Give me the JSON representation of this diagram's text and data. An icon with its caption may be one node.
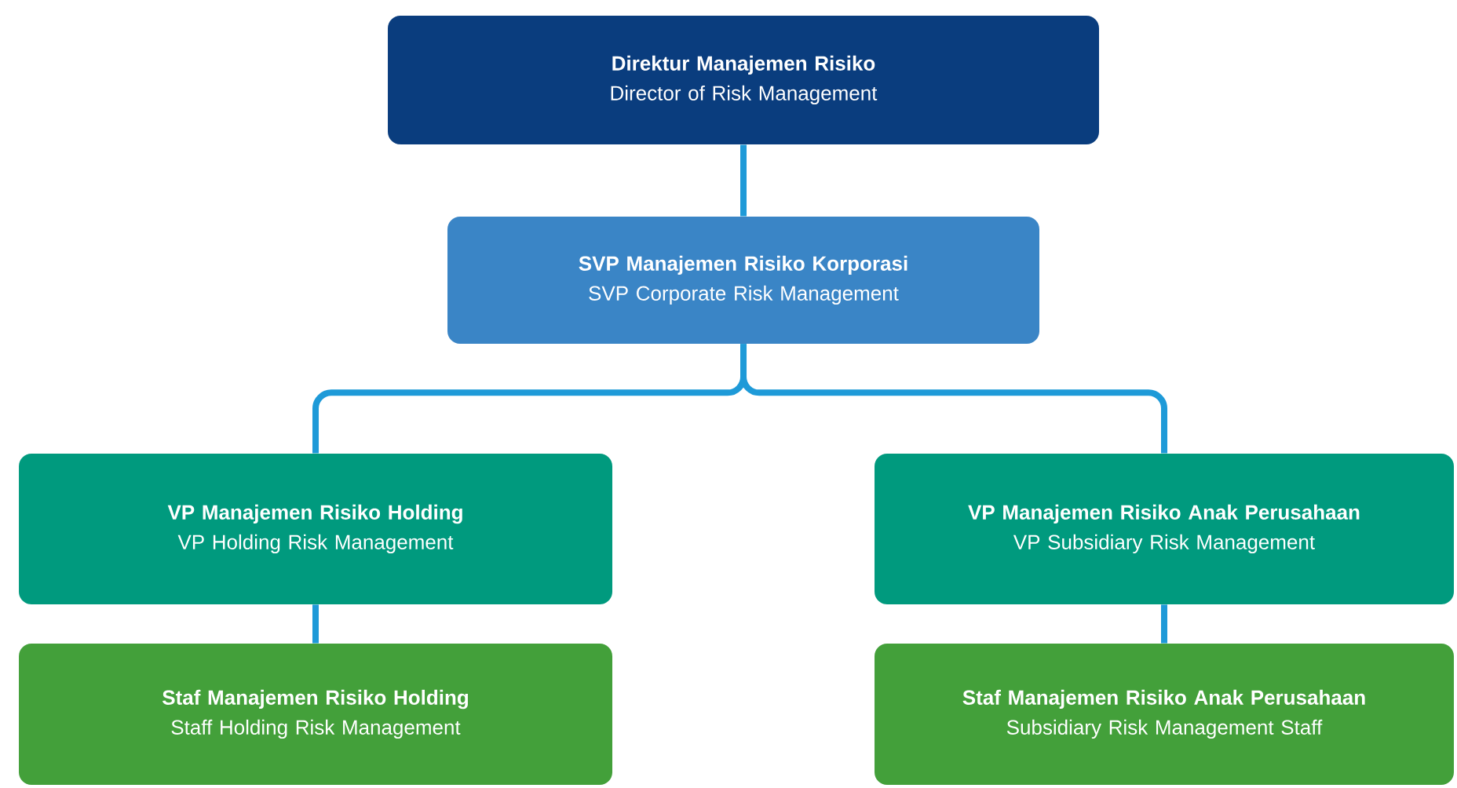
{
  "diagram": {
    "nodes": [
      {
        "text": [
          "Direktur Manajemen Risiko",
          "Director of Risk Management"
        ]
      },
      {
        "text": [
          "SVP Manajemen Risiko Korporasi",
          "SVP Corporate Risk Management"
        ]
      },
      {
        "text": [
          "VP Manajemen Risiko Holding",
          "VP Holding Risk Management"
        ]
      },
      {
        "text": [
          "VP Manajemen Risiko Anak Perusahaan",
          "VP Subsidiary Risk Management"
        ]
      },
      {
        "text": [
          "Staf Manajemen Risiko Holding",
          "Staff Holding Risk Management"
        ]
      },
      {
        "text": [
          "Staf Manajemen Risiko Anak Perusahaan",
          "Subsidiary Risk Management Staff"
        ]
      }
    ],
    "edges": [
      {
        "from": 0,
        "to": 1,
        "arrow": "none"
      },
      {
        "from": 1,
        "to": 2,
        "arrow": "none"
      },
      {
        "from": 1,
        "to": 3,
        "arrow": "none"
      },
      {
        "from": 2,
        "to": 4,
        "arrow": "none"
      },
      {
        "from": 3,
        "to": 5,
        "arrow": "none"
      }
    ]
  }
}
